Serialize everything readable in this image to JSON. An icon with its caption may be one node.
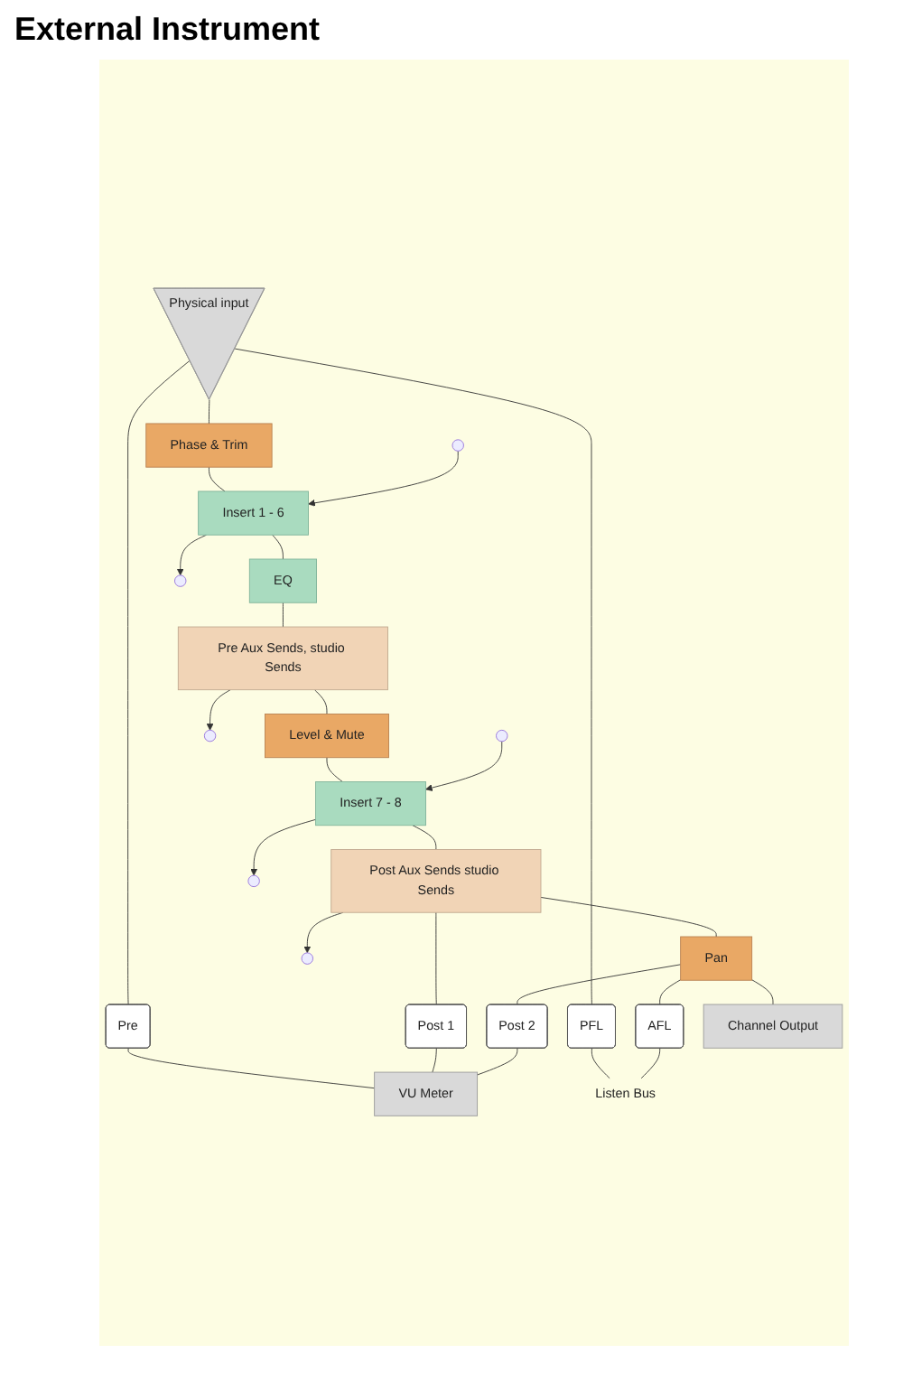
{
  "diagram": {
    "title": "External Instrument",
    "nodes": [
      {
        "text": [
          "VU Meter"
        ]
      },
      {
        "text": [
          "Physical input"
        ]
      },
      {
        "text": [
          "Pre"
        ]
      },
      {
        "text": [
          "PFL"
        ]
      },
      {
        "text": [
          "Phase & Trim"
        ]
      },
      {
        "text": [
          "Insert 1 - 6"
        ]
      },
      {
        "text": [
          "EQ"
        ]
      },
      {
        "text": [
          "Pre Aux Sends, studio Sends"
        ]
      },
      {
        "text": [
          "Level & Mute"
        ]
      },
      {
        "text": [
          "Insert 7 - 8"
        ]
      },
      {
        "text": [
          "Post Aux Sends studio Sends"
        ]
      },
      {
        "text": [
          "Post 1"
        ]
      },
      {
        "text": [
          "Pan"
        ]
      },
      {
        "text": [
          "Post 2"
        ]
      },
      {
        "text": [
          "AFL"
        ]
      },
      {
        "text": [
          "Channel Output"
        ]
      },
      {
        "text": [
          "Listen Bus"
        ]
      }
    ],
    "edges": [
      {
        "from": 1,
        "to": 4,
        "arrow": "none"
      },
      {
        "from": 1,
        "to": 2,
        "arrow": "none"
      },
      {
        "from": 1,
        "to": 3,
        "arrow": "none"
      },
      {
        "from": 2,
        "to": 0,
        "arrow": "none"
      },
      {
        "from": 3,
        "to": 16,
        "arrow": "none"
      },
      {
        "from": 4,
        "to": 5,
        "arrow": "none"
      },
      {
        "from": null,
        "to": 5,
        "arrow": "to"
      },
      {
        "from": 5,
        "to": null,
        "arrow": "to"
      },
      {
        "from": 5,
        "to": 6,
        "arrow": "none"
      },
      {
        "from": 6,
        "to": 7,
        "arrow": "none"
      },
      {
        "from": 7,
        "to": null,
        "arrow": "to"
      },
      {
        "from": 7,
        "to": 8,
        "arrow": "none"
      },
      {
        "from": 8,
        "to": 9,
        "arrow": "none"
      },
      {
        "from": null,
        "to": 9,
        "arrow": "to"
      },
      {
        "from": 9,
        "to": null,
        "arrow": "to"
      },
      {
        "from": 9,
        "to": 10,
        "arrow": "none"
      },
      {
        "from": 10,
        "to": null,
        "arrow": "to"
      },
      {
        "from": 10,
        "to": 12,
        "arrow": "none"
      },
      {
        "from": 10,
        "to": 11,
        "arrow": "none"
      },
      {
        "from": 11,
        "to": 0,
        "arrow": "none"
      },
      {
        "from": 12,
        "to": 15,
        "arrow": "none"
      },
      {
        "from": 12,
        "to": 13,
        "arrow": "none"
      },
      {
        "from": 12,
        "to": 14,
        "arrow": "none"
      },
      {
        "from": 13,
        "to": 0,
        "arrow": "none"
      },
      {
        "from": 14,
        "to": 16,
        "arrow": "none"
      }
    ]
  }
}
